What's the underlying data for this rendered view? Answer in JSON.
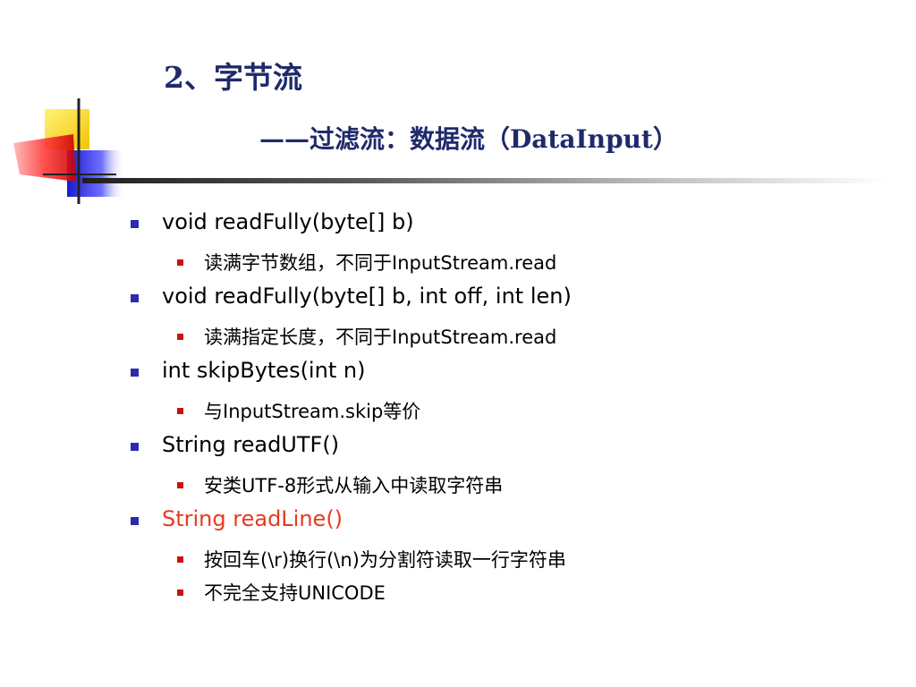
{
  "slide": {
    "title": "2、字节流",
    "subtitle": "——过滤流：数据流（DataInput）"
  },
  "bullets": [
    {
      "text": "void readFully(byte[] b)",
      "sub": [
        "读满字节数组，不同于InputStream.read"
      ]
    },
    {
      "text": "void readFully(byte[] b, int off, int len)",
      "sub": [
        "读满指定长度，不同于InputStream.read"
      ]
    },
    {
      "text": "int skipBytes(int n)",
      "sub": [
        "与InputStream.skip等价"
      ]
    },
    {
      "text": "String readUTF()",
      "sub": [
        "安类UTF-8形式从输入中读取字符串"
      ]
    },
    {
      "text": "String readLine()",
      "sub": [
        "按回车(\\r)换行(\\n)为分割符读取一行字符串",
        "不完全支持UNICODE"
      ]
    }
  ],
  "colors": {
    "title": "#1f2a6b",
    "highlight": "#e63a1e",
    "bullet_level1": "#2b2bb0",
    "bullet_level2": "#cc1111"
  }
}
